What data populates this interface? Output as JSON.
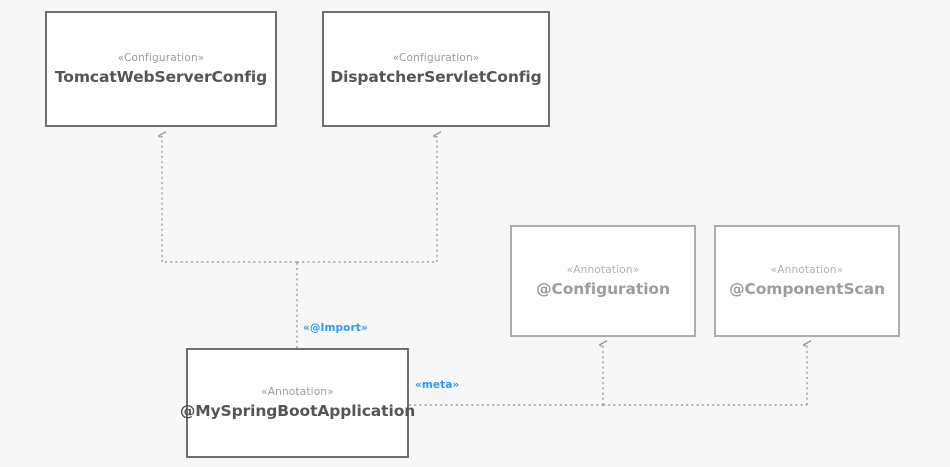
{
  "diagram": {
    "type": "uml-component-diagram",
    "background_color": "#f7f7f7",
    "accent_color": "#3399f3",
    "strong_border_color": "#6f6f6f",
    "faint_border_color": "#acacac",
    "nodes": [
      {
        "id": "tomcat-web-server-config",
        "stereotype": "«Configuration»",
        "name": "TomcatWebServerConfig",
        "style": "strong"
      },
      {
        "id": "dispatcher-servlet-config",
        "stereotype": "«Configuration»",
        "name": "DispatcherServletConfig",
        "style": "strong"
      },
      {
        "id": "configuration-annotation",
        "stereotype": "«Annotation»",
        "name": "@Configuration",
        "style": "faint"
      },
      {
        "id": "component-scan-annotation",
        "stereotype": "«Annotation»",
        "name": "@ComponentScan",
        "style": "faint"
      },
      {
        "id": "my-spring-boot-application",
        "stereotype": "«Annotation»",
        "name": "@MySpringBootApplication",
        "style": "strong"
      }
    ],
    "edge_labels": {
      "import": "«@Import»",
      "meta": "«meta»"
    }
  }
}
